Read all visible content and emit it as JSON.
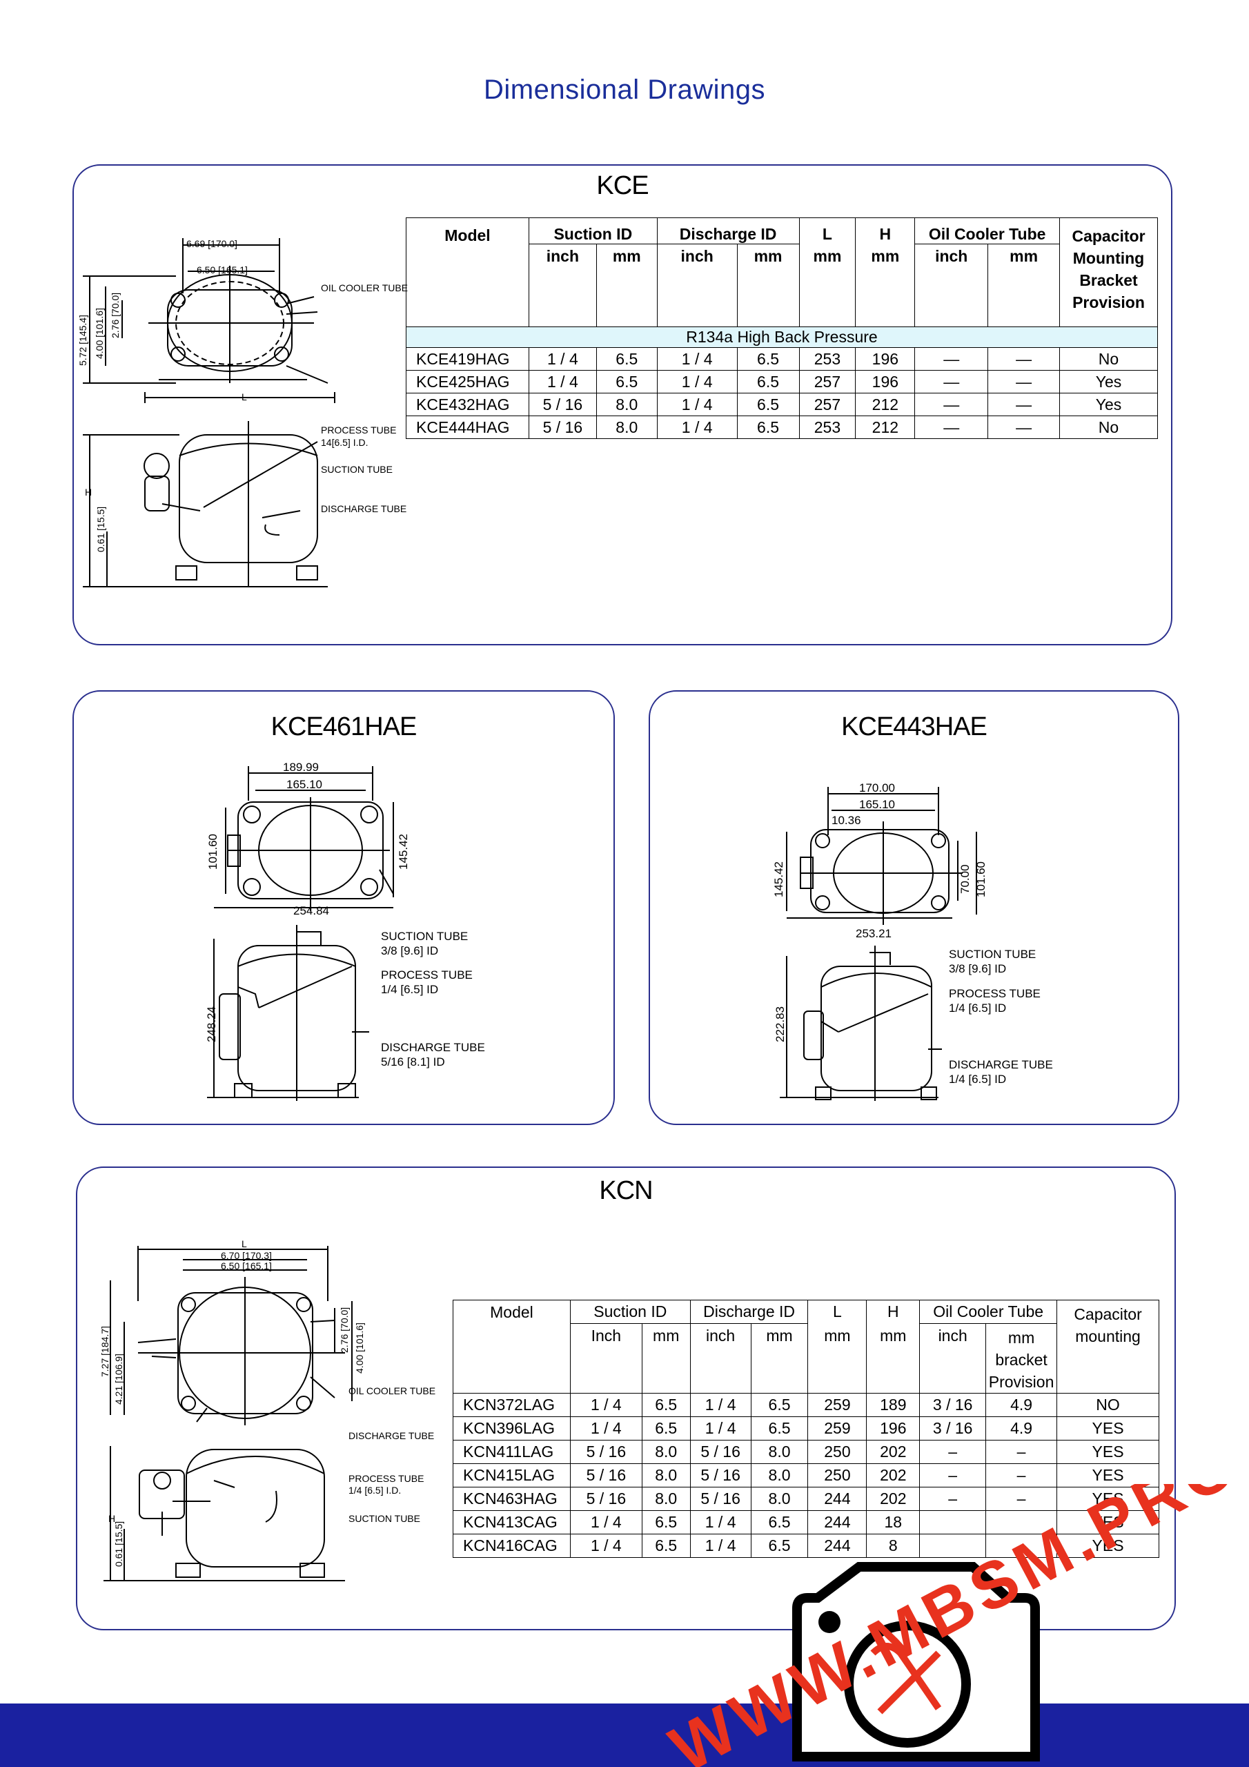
{
  "page": {
    "title": "Dimensional Drawings"
  },
  "kce": {
    "title": "KCE",
    "headers": {
      "model": "Model",
      "suction": "Suction ID",
      "discharge": "Discharge ID",
      "l": "L",
      "h": "H",
      "oil": "Oil Cooler Tube",
      "cap": "Capacitor Mounting Bracket Provision",
      "inch": "inch",
      "mm": "mm"
    },
    "band": "R134a High Back Pressure",
    "rows": [
      [
        "KCE419HAG",
        "1 / 4",
        "6.5",
        "1 / 4",
        "6.5",
        "253",
        "196",
        "—",
        "—",
        "No"
      ],
      [
        "KCE425HAG",
        "1 / 4",
        "6.5",
        "1 / 4",
        "6.5",
        "257",
        "196",
        "—",
        "—",
        "Yes"
      ],
      [
        "KCE432HAG",
        "5 / 16",
        "8.0",
        "1 / 4",
        "6.5",
        "257",
        "212",
        "—",
        "—",
        "Yes"
      ],
      [
        "KCE444HAG",
        "5 / 16",
        "8.0",
        "1 / 4",
        "6.5",
        "253",
        "212",
        "—",
        "—",
        "No"
      ]
    ],
    "drawing": {
      "d1": "6.69 [170.0]",
      "d2": "6.50 [165.1]",
      "v1": "5.72 [145.4]",
      "v2": "4.00 [101.6]",
      "v3": "2.76 [70.0]",
      "oil": "OIL COOLER TUBE",
      "l": "L",
      "h": "H",
      "process": "PROCESS TUBE",
      "process_id": "14[6.5] I.D.",
      "suction": "SUCTION TUBE",
      "discharge": "DISCHARGE TUBE",
      "foot": "0.61 [15.5]"
    }
  },
  "kce461": {
    "title": "KCE461HAE",
    "drawing": {
      "d1": "189.99",
      "d2": "165.10",
      "v1": "101.60",
      "v2": "145.42",
      "w": "254.84",
      "h": "248.24",
      "suction": "SUCTION TUBE",
      "suction_id": "3/8 [9.6] ID",
      "process": "PROCESS TUBE",
      "process_id": "1/4 [6.5] ID",
      "discharge": "DISCHARGE TUBE",
      "discharge_id": "5/16 [8.1] ID"
    }
  },
  "kce443": {
    "title": "KCE443HAE",
    "drawing": {
      "d1": "170.00",
      "d2": "165.10",
      "d3": "10.36",
      "v1": "145.42",
      "v2": "70.00",
      "v3": "101.60",
      "w": "253.21",
      "h": "222.83",
      "suction": "SUCTION TUBE",
      "suction_id": "3/8 [9.6] ID",
      "process": "PROCESS TUBE",
      "process_id": "1/4 [6.5] ID",
      "discharge": "DISCHARGE TUBE",
      "discharge_id": "1/4 [6.5] ID"
    }
  },
  "kcn": {
    "title": "KCN",
    "headers": {
      "model": "Model",
      "suction": "Suction ID",
      "discharge": "Discharge ID",
      "l": "L",
      "h": "H",
      "oil": "Oil Cooler Tube",
      "cap": "Capacitor mounting",
      "suction_inch": "Inch",
      "inch": "inch",
      "mm": "mm",
      "oil_mm": "mm bracket Provision"
    },
    "rows": [
      [
        "KCN372LAG",
        "1 / 4",
        "6.5",
        "1 / 4",
        "6.5",
        "259",
        "189",
        "3 / 16",
        "4.9",
        "NO"
      ],
      [
        "KCN396LAG",
        "1 / 4",
        "6.5",
        "1 / 4",
        "6.5",
        "259",
        "196",
        "3 / 16",
        "4.9",
        "YES"
      ],
      [
        "KCN411LAG",
        "5 / 16",
        "8.0",
        "5 / 16",
        "8.0",
        "250",
        "202",
        "–",
        "–",
        "YES"
      ],
      [
        "KCN415LAG",
        "5 / 16",
        "8.0",
        "5 / 16",
        "8.0",
        "250",
        "202",
        "–",
        "–",
        "YES"
      ],
      [
        "KCN463HAG",
        "5 / 16",
        "8.0",
        "5 / 16",
        "8.0",
        "244",
        "202",
        "–",
        "–",
        "YES"
      ],
      [
        "KCN413CAG",
        "1 / 4",
        "6.5",
        "1 / 4",
        "6.5",
        "244",
        "18",
        "",
        "",
        "YES"
      ],
      [
        "KCN416CAG",
        "1 / 4",
        "6.5",
        "1 / 4",
        "6.5",
        "244",
        "8",
        "",
        "",
        "YES"
      ]
    ],
    "drawing": {
      "l": "L",
      "d1": "6.70 [170.3]",
      "d2": "6.50 [165.1]",
      "v1": "7.27 [184.7]",
      "v2": "4.21 [106.9]",
      "v3": "2.76 [70.0]",
      "v4": "4.00 [101.6]",
      "oil": "OIL COOLER TUBE",
      "discharge": "DISCHARGE TUBE",
      "process": "PROCESS TUBE",
      "process_id": "1/4 [6.5] I.D.",
      "suction": "SUCTION TUBE",
      "h": "H",
      "foot": "0.61 [15.5]"
    }
  },
  "watermark": {
    "text": "WWW.MBSM.PRO",
    "color": "#e8321e"
  },
  "colors": {
    "title": "#1a2e9a",
    "border": "#2a2f8e",
    "band": "#dff6fb",
    "bottom": "#1a21a0"
  }
}
